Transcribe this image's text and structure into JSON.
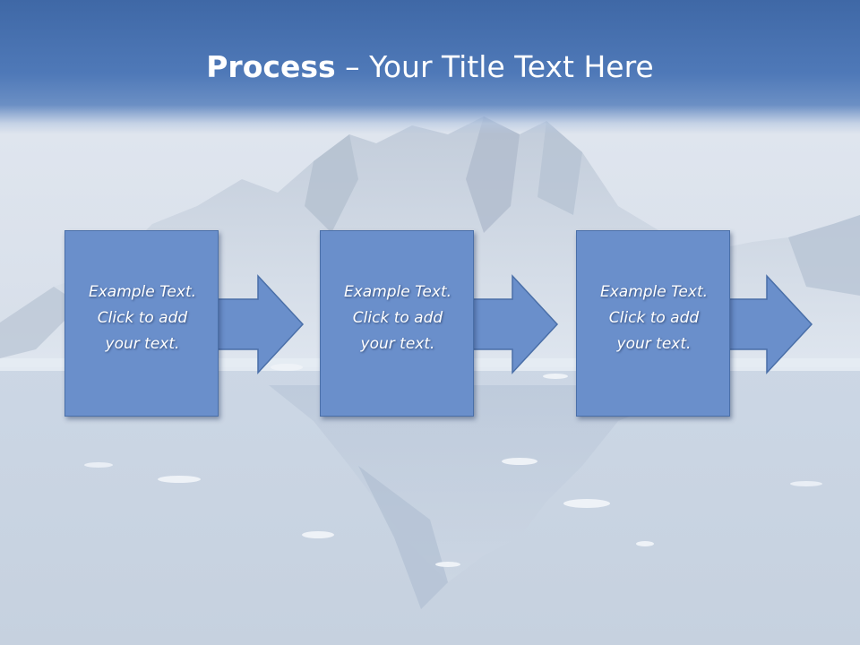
{
  "slide": {
    "title_bold": "Process",
    "title_rest": " – Your Title Text Here"
  },
  "steps": [
    {
      "text": "Example Text.\nClick  to add\nyour text."
    },
    {
      "text": "Example Text.\nClick  to add\nyour text."
    },
    {
      "text": "Example Text.\nClick  to add\nyour text."
    }
  ],
  "colors": {
    "title_bar": "#4f79b8",
    "box_fill": "#6a8fcb",
    "box_border": "#4a6fa8",
    "text": "#ffffff"
  },
  "background_icon": "iceberg-landscape"
}
